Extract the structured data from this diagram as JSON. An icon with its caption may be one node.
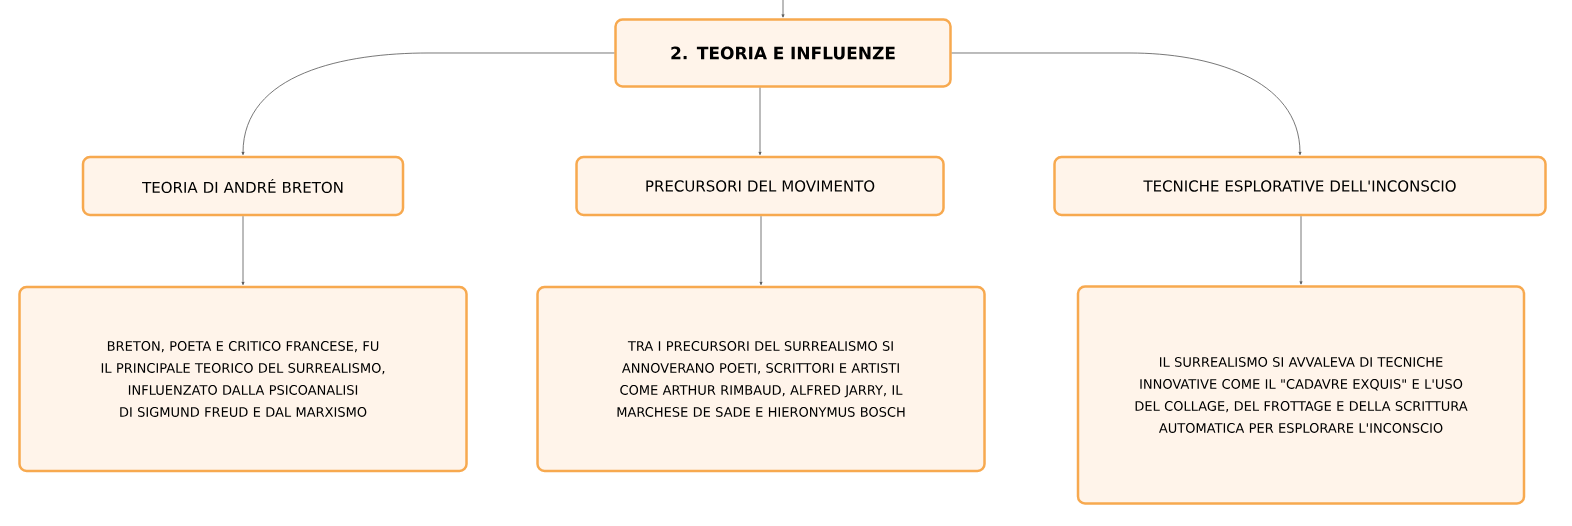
{
  "diagram": {
    "nodes": [
      {
        "text": [
          "2. TEORIA E INFLUENZE"
        ]
      },
      {
        "text": [
          "TEORIA DI ANDRÉ BRETON"
        ]
      },
      {
        "text": [
          "PRECURSORI DEL MOVIMENTO"
        ]
      },
      {
        "text": [
          "TECNICHE ESPLORATIVE DELL'INCONSCIO"
        ]
      },
      {
        "text": [
          "BRETON, POETA E CRITICO FRANCESE, FU IL PRINCIPALE TEORICO DEL SURREALISMO, INFLUENZATO DALLA PSICOANALISI DI SIGMUND FREUD E DAL MARXISMO"
        ]
      },
      {
        "text": [
          "TRA I PRECURSORI DEL SURREALISMO SI ANNOVERANO POETI, SCRITTORI E ARTISTI COME ARTHUR RIMBAUD, ALFRED JARRY, IL MARCHESE DE SADE E HIERONYMUS BOSCH"
        ]
      },
      {
        "text": [
          "IL SURREALISMO SI AVVALEVA DI TECNICHE INNOVATIVE COME IL \"CADAVRE EXQUIS\" E L'USO DEL COLLAGE, DEL FROTTAGE E DELLA SCRITTURA AUTOMATICA PER ESPLORARE L'INCONSCIO"
        ]
      }
    ],
    "edges": [
      {
        "from": null,
        "to": 0,
        "arrow": "to"
      },
      {
        "from": 0,
        "to": 1,
        "arrow": "to"
      },
      {
        "from": 0,
        "to": 2,
        "arrow": "to"
      },
      {
        "from": 0,
        "to": 3,
        "arrow": "to"
      },
      {
        "from": 1,
        "to": 4,
        "arrow": "to"
      },
      {
        "from": 2,
        "to": 5,
        "arrow": "to"
      },
      {
        "from": 3,
        "to": 6,
        "arrow": "to"
      }
    ]
  }
}
